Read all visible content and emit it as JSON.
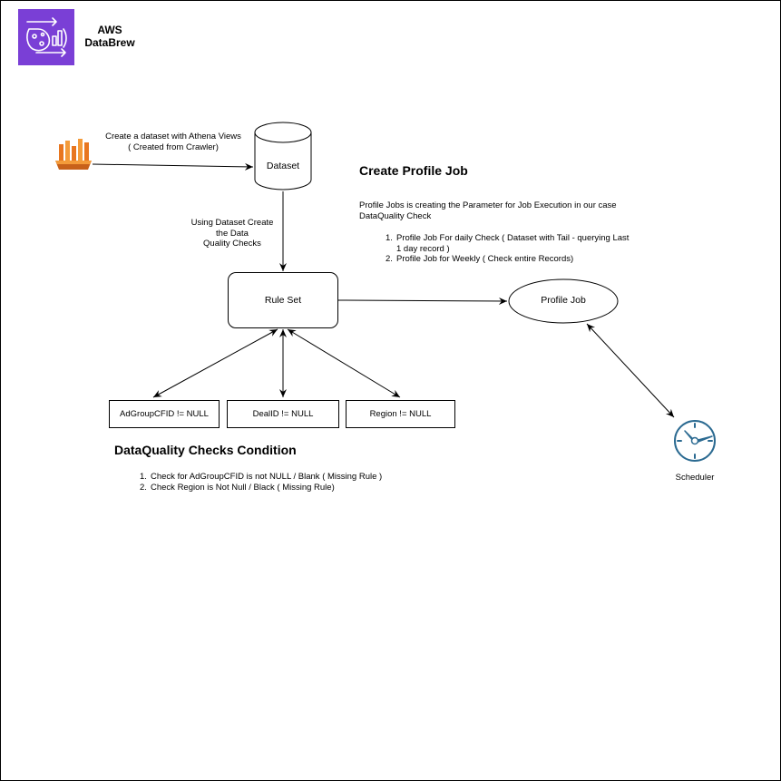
{
  "logo": {
    "line1": "AWS",
    "line2": "DataBrew",
    "bg_color": "#7a3fd6"
  },
  "athena_icon": {
    "icon": "athena-icon",
    "color": "#e8761f"
  },
  "dataset_label": "Create a dataset with Athena Views",
  "dataset_sublabel": "( Created from Crawler)",
  "dataset_node": "Dataset",
  "ruleset_edge_label": [
    "Using Dataset Create",
    "the Data",
    "Quality Checks"
  ],
  "ruleset_node": "Rule Set",
  "profile_job_node": "Profile Job",
  "checks": [
    "AdGroupCFID != NULL",
    "DealID != NULL",
    "Region != NULL"
  ],
  "profile_section": {
    "title": "Create Profile Job",
    "description": [
      "Profile Jobs is creating the Parameter for Job Execution in our case",
      "DataQuality Check"
    ],
    "items": [
      {
        "num": "1.",
        "lines": [
          "Profile Job For daily Check ( Dataset with Tail - querying Last",
          "1 day record )"
        ]
      },
      {
        "num": "2.",
        "lines": [
          "Profile Job for Weekly ( Check entire Records)"
        ]
      }
    ]
  },
  "dq_section": {
    "title": "DataQuality Checks Condition",
    "items": [
      {
        "num": "1.",
        "text": "Check for AdGroupCFID is not NULL / Blank ( Missing Rule )"
      },
      {
        "num": "2.",
        "text": "Check Region is Not Null / Black ( Missing Rule)"
      }
    ]
  },
  "scheduler": {
    "label": "Scheduler",
    "icon": "clock-icon",
    "color": "#2b6a91"
  }
}
